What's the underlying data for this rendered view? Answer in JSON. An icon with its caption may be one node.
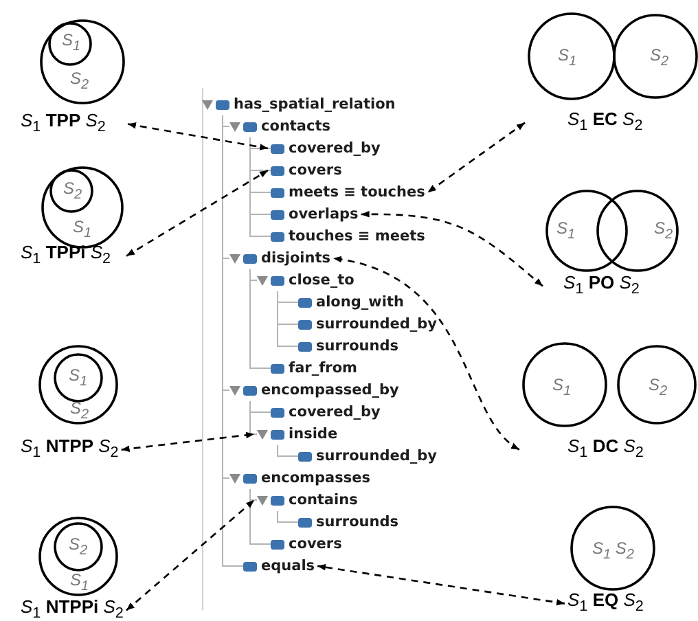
{
  "diagram": {
    "nodes": [
      {
        "text": [
          "has_spatial_relation"
        ]
      },
      {
        "text": [
          "contacts"
        ]
      },
      {
        "text": [
          "covered_by"
        ]
      },
      {
        "text": [
          "covers"
        ]
      },
      {
        "text": [
          "meets ≡ touches"
        ]
      },
      {
        "text": [
          "overlaps"
        ]
      },
      {
        "text": [
          "touches ≡ meets"
        ]
      },
      {
        "text": [
          "disjoints"
        ]
      },
      {
        "text": [
          "close_to"
        ]
      },
      {
        "text": [
          "along_with"
        ]
      },
      {
        "text": [
          "surrounded_by"
        ]
      },
      {
        "text": [
          "surrounds"
        ]
      },
      {
        "text": [
          "far_from"
        ]
      },
      {
        "text": [
          "encompassed_by"
        ]
      },
      {
        "text": [
          "covered_by"
        ]
      },
      {
        "text": [
          "inside"
        ]
      },
      {
        "text": [
          "surrounded_by"
        ]
      },
      {
        "text": [
          "encompasses"
        ]
      },
      {
        "text": [
          "contains"
        ]
      },
      {
        "text": [
          "surrounds"
        ]
      },
      {
        "text": [
          "covers"
        ]
      },
      {
        "text": [
          "equals"
        ]
      },
      {
        "text": [
          "S$_{1}$",
          "S$_{2}$",
          "*S*$_{1}$ **TPP** *S*$_{2}$"
        ]
      },
      {
        "text": [
          "S$_{1}$",
          "S$_{2}$",
          "*S*$_{1}$ **EC** *S*$_{2}$"
        ]
      },
      {
        "text": [
          "S$_{2}$",
          "S$_{1}$",
          "*S*$_{1}$ **TPPi** *S*$_{2}$"
        ]
      },
      {
        "text": [
          "S$_{1}$",
          "S$_{2}$",
          "*S*$_{1}$ **PO** *S*$_{2}$"
        ]
      },
      {
        "text": [
          "S$_{1}$",
          "S$_{2}$",
          "*S*$_{1}$ **NTPP** *S*$_{2}$"
        ]
      },
      {
        "text": [
          "S$_{1}$",
          "S$_{2}$",
          "*S*$_{1}$ **DC** *S*$_{2}$"
        ]
      },
      {
        "text": [
          "S$_{2}$",
          "S$_{1}$",
          "*S*$_{1}$ **NTPPi** *S*$_{2}$"
        ]
      },
      {
        "text": [
          "S$_{1}$ S$_{2}$",
          "*S*$_{1}$ **EQ** *S*$_{2}$"
        ]
      }
    ],
    "edges": [
      {
        "from": 0,
        "to": 1,
        "arrow": "none"
      },
      {
        "from": 0,
        "to": 7,
        "arrow": "none"
      },
      {
        "from": 0,
        "to": 13,
        "arrow": "none"
      },
      {
        "from": 0,
        "to": 17,
        "arrow": "none"
      },
      {
        "from": 0,
        "to": 21,
        "arrow": "none"
      },
      {
        "from": 1,
        "to": 2,
        "arrow": "none"
      },
      {
        "from": 1,
        "to": 3,
        "arrow": "none"
      },
      {
        "from": 1,
        "to": 4,
        "arrow": "none"
      },
      {
        "from": 1,
        "to": 5,
        "arrow": "none"
      },
      {
        "from": 1,
        "to": 6,
        "arrow": "none"
      },
      {
        "from": 7,
        "to": 8,
        "arrow": "none"
      },
      {
        "from": 7,
        "to": 12,
        "arrow": "none"
      },
      {
        "from": 8,
        "to": 9,
        "arrow": "none"
      },
      {
        "from": 8,
        "to": 10,
        "arrow": "none"
      },
      {
        "from": 8,
        "to": 11,
        "arrow": "none"
      },
      {
        "from": 13,
        "to": 14,
        "arrow": "none"
      },
      {
        "from": 13,
        "to": 15,
        "arrow": "none"
      },
      {
        "from": 15,
        "to": 16,
        "arrow": "none"
      },
      {
        "from": 17,
        "to": 18,
        "arrow": "none"
      },
      {
        "from": 17,
        "to": 20,
        "arrow": "none"
      },
      {
        "from": 18,
        "to": 19,
        "arrow": "none"
      },
      {
        "from": 22,
        "to": 2,
        "arrow": "both",
        "style": "dashed",
        "color": "#000000"
      },
      {
        "from": 24,
        "to": 3,
        "arrow": "both",
        "style": "dashed",
        "color": "#000000"
      },
      {
        "from": 23,
        "to": 4,
        "arrow": "both",
        "style": "dashed",
        "color": "#000000"
      },
      {
        "from": 25,
        "to": 5,
        "arrow": "both",
        "style": "dashed",
        "color": "#000000"
      },
      {
        "from": 27,
        "to": 7,
        "arrow": "both",
        "style": "dashed",
        "color": "#000000"
      },
      {
        "from": 26,
        "to": 15,
        "arrow": "both",
        "style": "dashed",
        "color": "#000000"
      },
      {
        "from": 28,
        "to": 18,
        "arrow": "both",
        "style": "dashed",
        "color": "#000000"
      },
      {
        "from": 29,
        "to": 21,
        "arrow": "both",
        "style": "dashed",
        "color": "#000000"
      }
    ]
  }
}
